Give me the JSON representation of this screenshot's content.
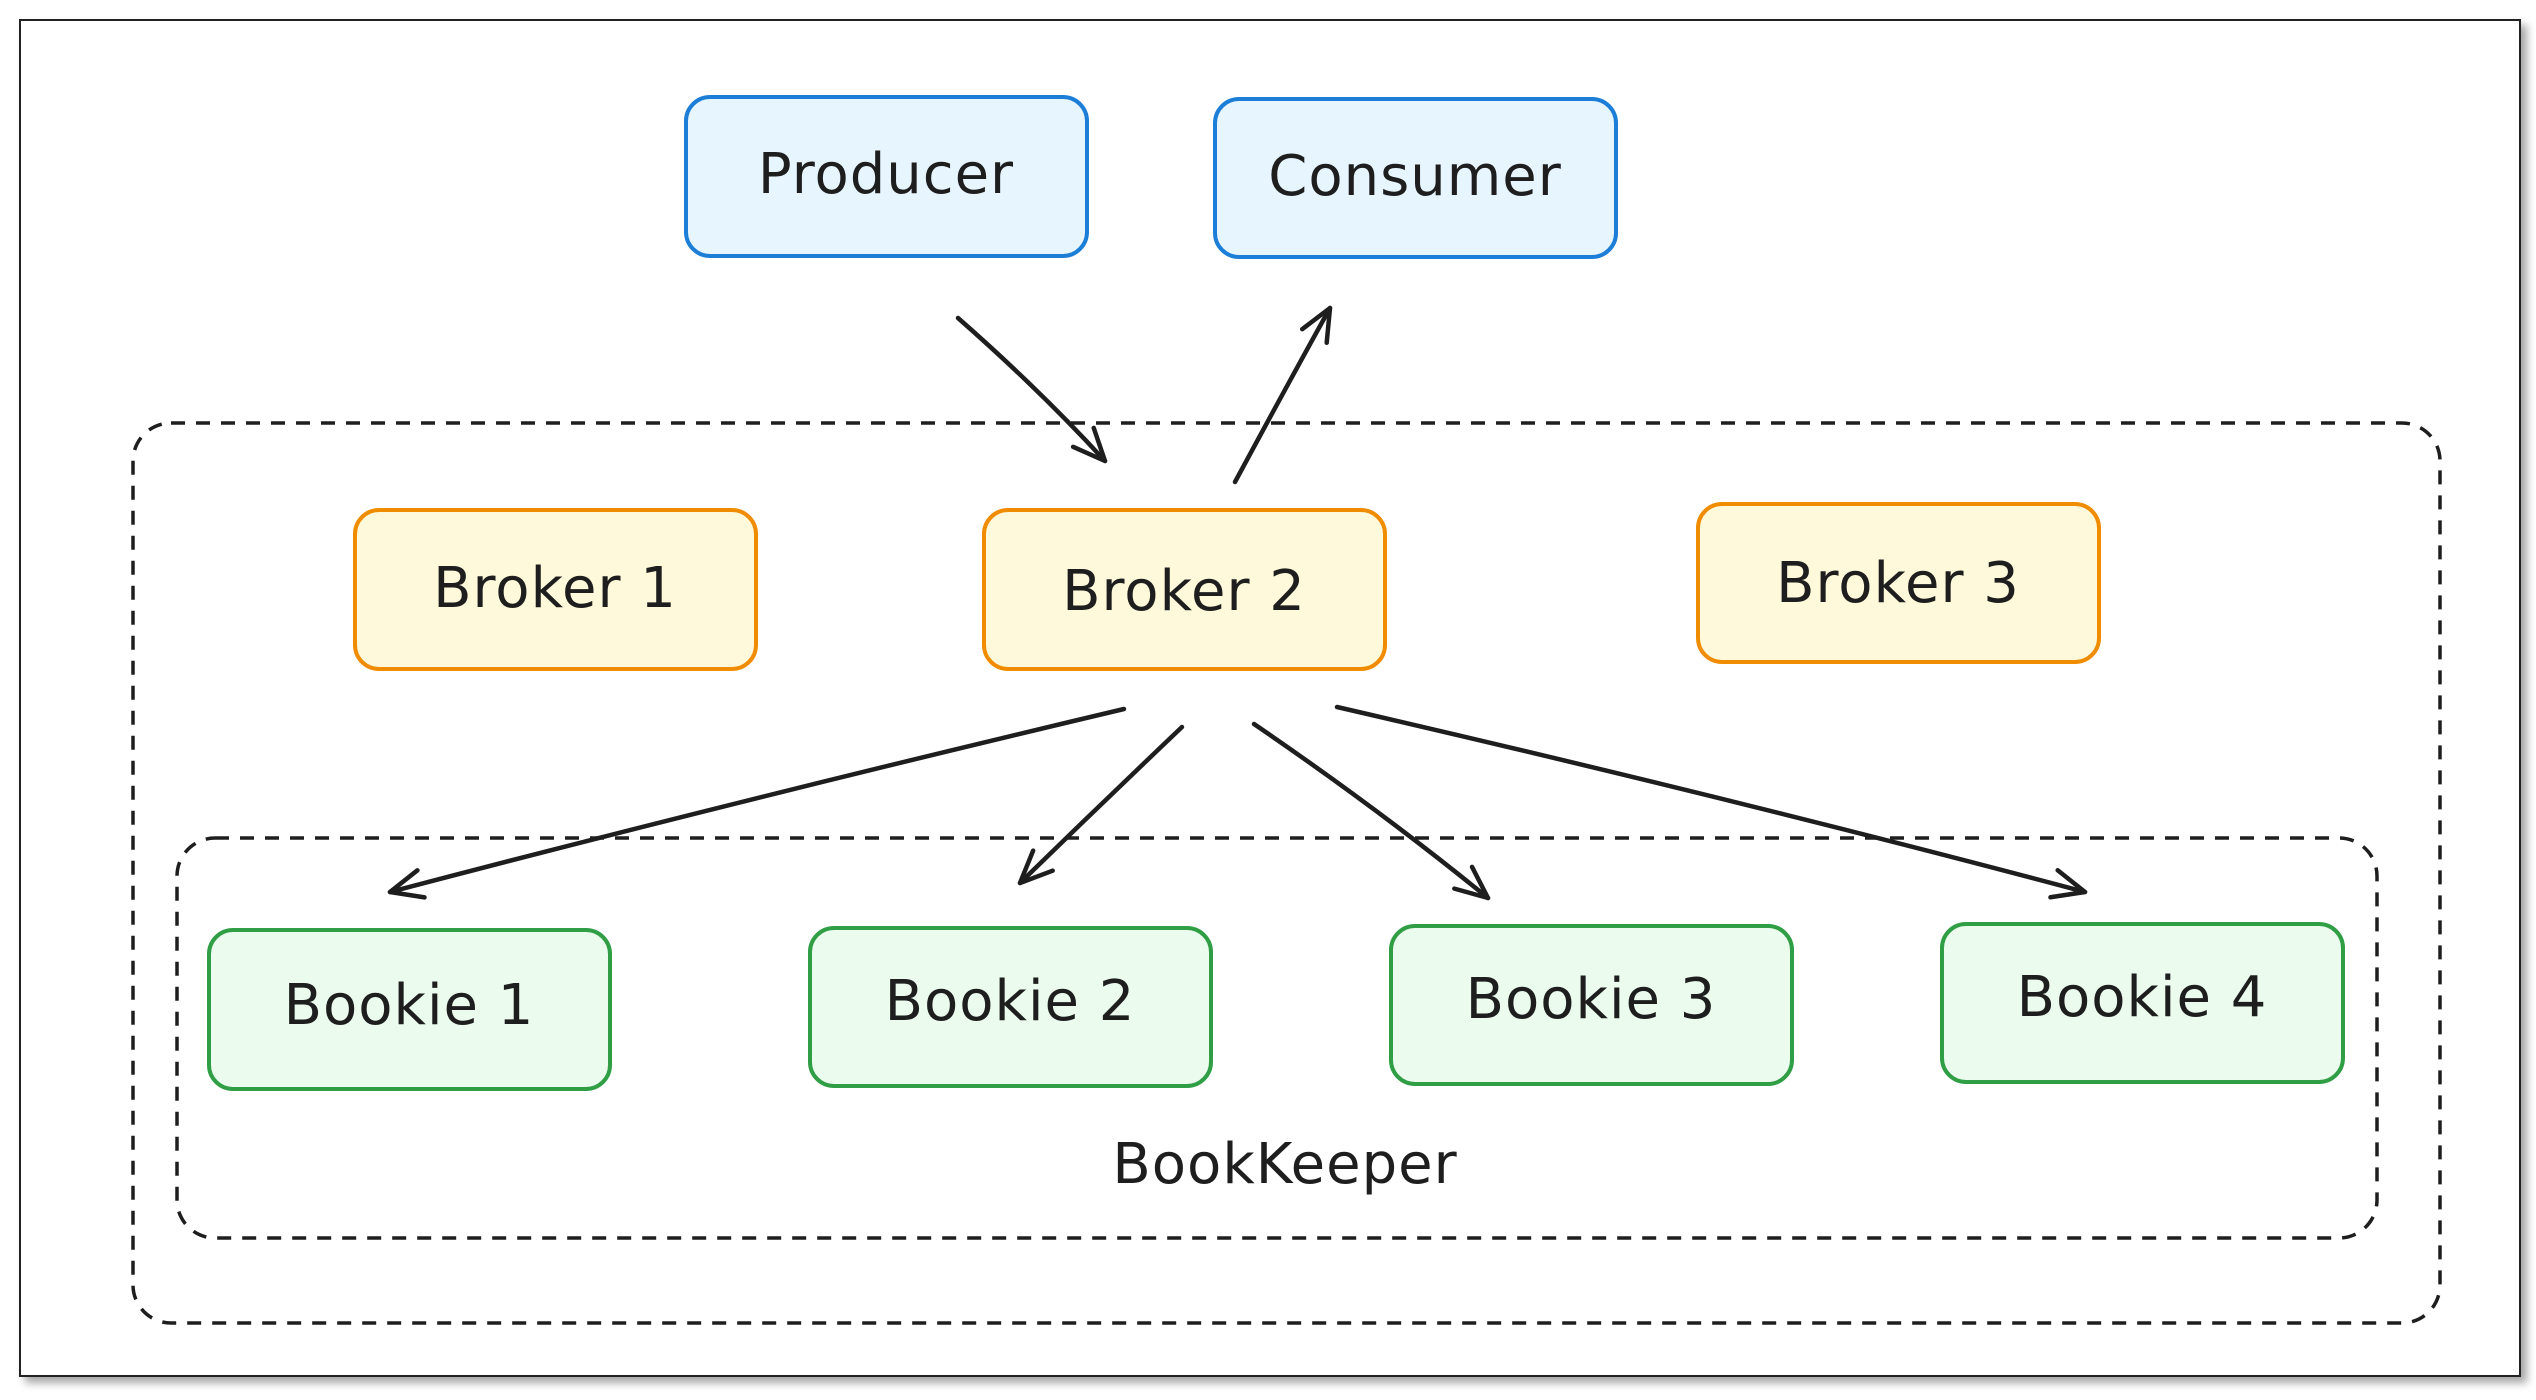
{
  "colors": {
    "client_fill": "#e7f5ff",
    "client_stroke": "#1c7ed6",
    "broker_fill": "#fff9db",
    "broker_stroke": "#f08c00",
    "bookie_fill": "#ebfbee",
    "bookie_stroke": "#2f9e44",
    "line": "#1e1e1e"
  },
  "clients": {
    "producer": "Producer",
    "consumer": "Consumer"
  },
  "brokers": [
    "Broker 1",
    "Broker 2",
    "Broker 3"
  ],
  "bookies": [
    "Bookie 1",
    "Bookie 2",
    "Bookie 3",
    "Bookie 4"
  ],
  "bookkeeper_label": "BookKeeper",
  "edges": [
    {
      "from": "Producer",
      "to": "Broker 2"
    },
    {
      "from": "Broker 2",
      "to": "Consumer"
    },
    {
      "from": "Broker 2",
      "to": "Bookie 1"
    },
    {
      "from": "Broker 2",
      "to": "Bookie 2"
    },
    {
      "from": "Broker 2",
      "to": "Bookie 3"
    },
    {
      "from": "Broker 2",
      "to": "Bookie 4"
    }
  ]
}
